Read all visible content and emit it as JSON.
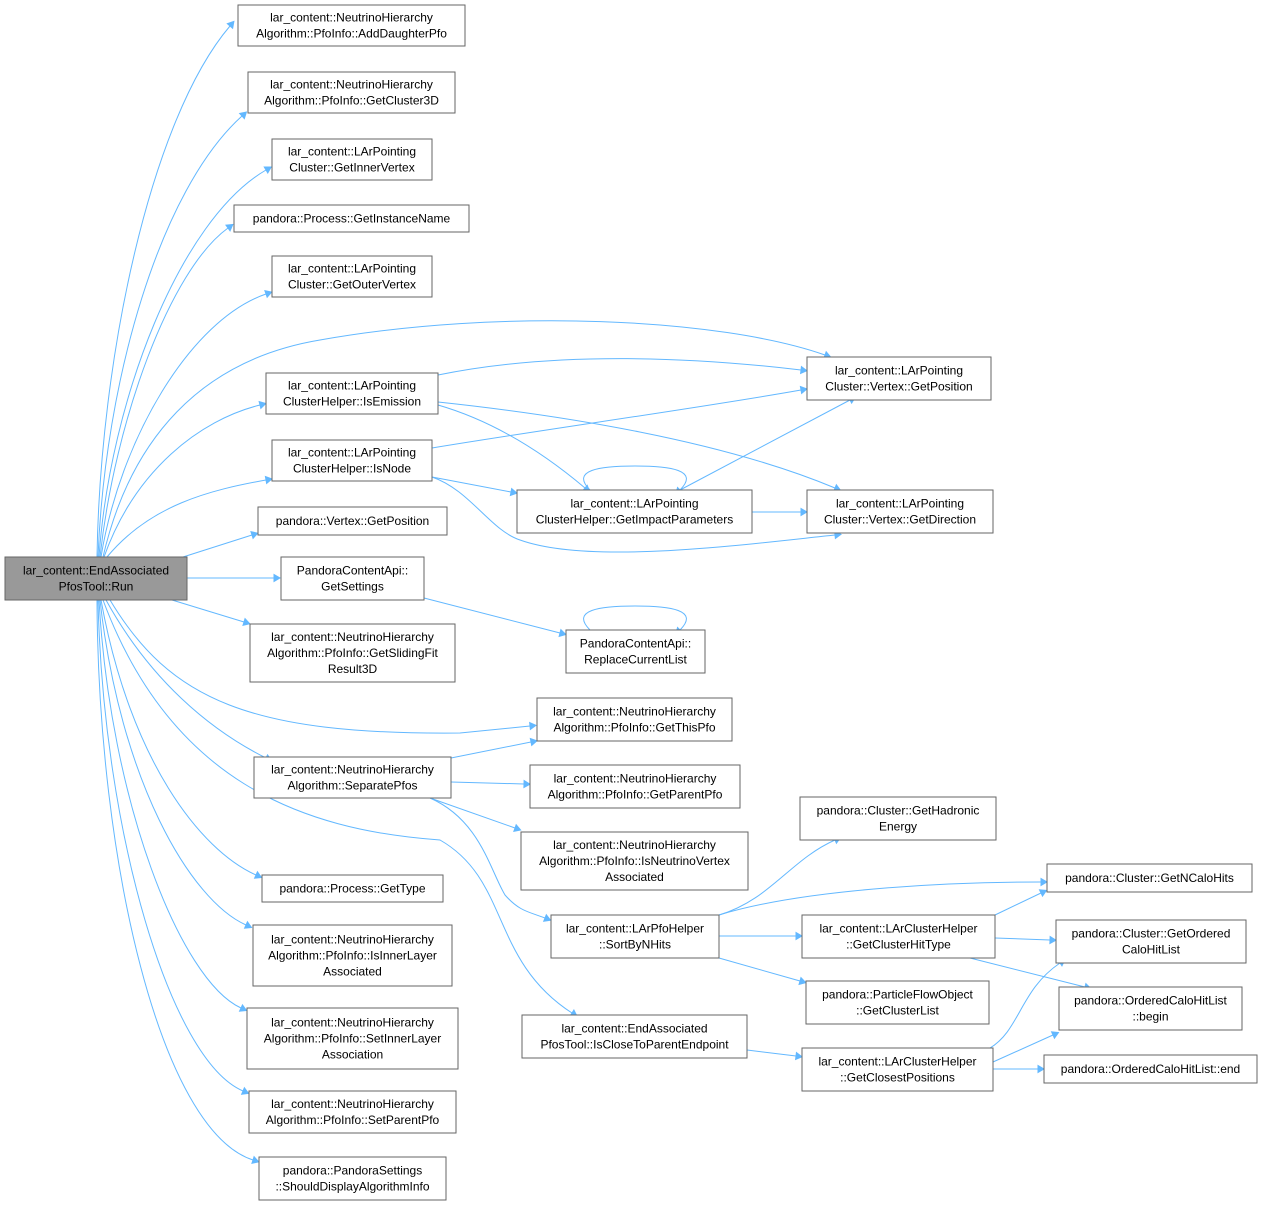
{
  "nodes": [
    {
      "id": "root",
      "root": true,
      "lines": [
        "lar_content::EndAssociated",
        "PfosTool::Run"
      ]
    },
    {
      "id": "n1",
      "lines": [
        "lar_content::NeutrinoHierarchy",
        "Algorithm::PfoInfo::AddDaughterPfo"
      ]
    },
    {
      "id": "n2",
      "lines": [
        "lar_content::NeutrinoHierarchy",
        "Algorithm::PfoInfo::GetCluster3D"
      ]
    },
    {
      "id": "n3",
      "lines": [
        "lar_content::LArPointing",
        "Cluster::GetInnerVertex"
      ]
    },
    {
      "id": "n4",
      "lines": [
        "pandora::Process::GetInstanceName"
      ]
    },
    {
      "id": "n5",
      "lines": [
        "lar_content::LArPointing",
        "Cluster::GetOuterVertex"
      ]
    },
    {
      "id": "n6",
      "lines": [
        "lar_content::LArPointing",
        "ClusterHelper::IsEmission"
      ]
    },
    {
      "id": "n7",
      "lines": [
        "lar_content::LArPointing",
        "ClusterHelper::IsNode"
      ]
    },
    {
      "id": "n8",
      "lines": [
        "pandora::Vertex::GetPosition"
      ]
    },
    {
      "id": "n9",
      "lines": [
        "PandoraContentApi::",
        "GetSettings"
      ]
    },
    {
      "id": "n10",
      "lines": [
        "lar_content::NeutrinoHierarchy",
        "Algorithm::PfoInfo::GetSlidingFit",
        "Result3D"
      ]
    },
    {
      "id": "n11",
      "lines": [
        "lar_content::NeutrinoHierarchy",
        "Algorithm::SeparatePfos"
      ]
    },
    {
      "id": "n12",
      "lines": [
        "pandora::Process::GetType"
      ]
    },
    {
      "id": "n13",
      "lines": [
        "lar_content::NeutrinoHierarchy",
        "Algorithm::PfoInfo::IsInnerLayer",
        "Associated"
      ]
    },
    {
      "id": "n14",
      "lines": [
        "lar_content::NeutrinoHierarchy",
        "Algorithm::PfoInfo::SetInnerLayer",
        "Association"
      ]
    },
    {
      "id": "n15",
      "lines": [
        "lar_content::NeutrinoHierarchy",
        "Algorithm::PfoInfo::SetParentPfo"
      ]
    },
    {
      "id": "n16",
      "lines": [
        "pandora::PandoraSettings",
        "::ShouldDisplayAlgorithmInfo"
      ]
    },
    {
      "id": "n17",
      "lines": [
        "lar_content::LArPointing",
        "Cluster::Vertex::GetPosition"
      ]
    },
    {
      "id": "n18",
      "lines": [
        "lar_content::LArPointing",
        "ClusterHelper::GetImpactParameters"
      ]
    },
    {
      "id": "n19",
      "lines": [
        "lar_content::LArPointing",
        "Cluster::Vertex::GetDirection"
      ]
    },
    {
      "id": "n20",
      "lines": [
        "PandoraContentApi::",
        "ReplaceCurrentList"
      ]
    },
    {
      "id": "n21",
      "lines": [
        "lar_content::NeutrinoHierarchy",
        "Algorithm::PfoInfo::GetThisPfo"
      ]
    },
    {
      "id": "n22",
      "lines": [
        "lar_content::NeutrinoHierarchy",
        "Algorithm::PfoInfo::GetParentPfo"
      ]
    },
    {
      "id": "n23",
      "lines": [
        "lar_content::NeutrinoHierarchy",
        "Algorithm::PfoInfo::IsNeutrinoVertex",
        "Associated"
      ]
    },
    {
      "id": "n24",
      "lines": [
        "lar_content::LArPfoHelper",
        "::SortByNHits"
      ]
    },
    {
      "id": "n25",
      "lines": [
        "lar_content::EndAssociated",
        "PfosTool::IsCloseToParentEndpoint"
      ]
    },
    {
      "id": "n26",
      "lines": [
        "pandora::Cluster::GetHadronic",
        "Energy"
      ]
    },
    {
      "id": "n27",
      "lines": [
        "lar_content::LArClusterHelper",
        "::GetClusterHitType"
      ]
    },
    {
      "id": "n28",
      "lines": [
        "pandora::ParticleFlowObject",
        "::GetClusterList"
      ]
    },
    {
      "id": "n29",
      "lines": [
        "lar_content::LArClusterHelper",
        "::GetClosestPositions"
      ]
    },
    {
      "id": "n30",
      "lines": [
        "pandora::Cluster::GetNCaloHits"
      ]
    },
    {
      "id": "n31",
      "lines": [
        "pandora::Cluster::GetOrdered",
        "CaloHitList"
      ]
    },
    {
      "id": "n32",
      "lines": [
        "pandora::OrderedCaloHitList",
        "::begin"
      ]
    },
    {
      "id": "n33",
      "lines": [
        "pandora::OrderedCaloHitList::end"
      ]
    }
  ],
  "edges": [
    [
      "root",
      "n1"
    ],
    [
      "root",
      "n2"
    ],
    [
      "root",
      "n3"
    ],
    [
      "root",
      "n4"
    ],
    [
      "root",
      "n5"
    ],
    [
      "root",
      "n6"
    ],
    [
      "root",
      "n7"
    ],
    [
      "root",
      "n8"
    ],
    [
      "root",
      "n9"
    ],
    [
      "root",
      "n10"
    ],
    [
      "root",
      "n11"
    ],
    [
      "root",
      "n12"
    ],
    [
      "root",
      "n13"
    ],
    [
      "root",
      "n14"
    ],
    [
      "root",
      "n15"
    ],
    [
      "root",
      "n16"
    ],
    [
      "root",
      "n17"
    ],
    [
      "root",
      "n21"
    ],
    [
      "root",
      "n25"
    ],
    [
      "n6",
      "n17"
    ],
    [
      "n6",
      "n18"
    ],
    [
      "n6",
      "n19"
    ],
    [
      "n7",
      "n17"
    ],
    [
      "n7",
      "n18"
    ],
    [
      "n7",
      "n19"
    ],
    [
      "n18",
      "n17"
    ],
    [
      "n18",
      "n19"
    ],
    [
      "n18",
      "n18"
    ],
    [
      "n9",
      "n20"
    ],
    [
      "n20",
      "n20"
    ],
    [
      "n11",
      "n21"
    ],
    [
      "n11",
      "n22"
    ],
    [
      "n11",
      "n23"
    ],
    [
      "n11",
      "n24"
    ],
    [
      "n24",
      "n26"
    ],
    [
      "n24",
      "n30"
    ],
    [
      "n24",
      "n27"
    ],
    [
      "n24",
      "n28"
    ],
    [
      "n27",
      "n30"
    ],
    [
      "n27",
      "n31"
    ],
    [
      "n27",
      "n32"
    ],
    [
      "n25",
      "n29"
    ],
    [
      "n29",
      "n31"
    ],
    [
      "n29",
      "n32"
    ],
    [
      "n29",
      "n33"
    ]
  ],
  "colors": {
    "edge": "#63b8ff",
    "root_fill": "#999999",
    "node_border": "#666666"
  }
}
